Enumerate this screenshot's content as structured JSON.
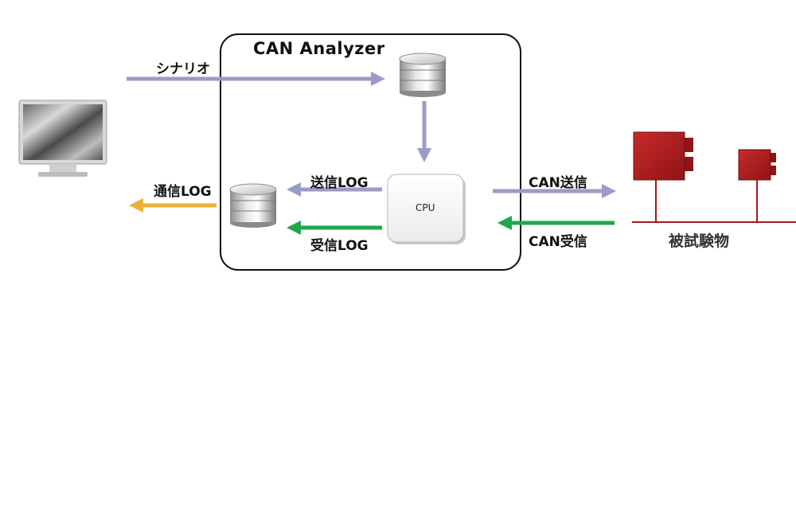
{
  "analyzer": {
    "title": "CAN Analyzer"
  },
  "labels": {
    "scenario": "シナリオ",
    "comm_log": "通信LOG",
    "send_log": "送信LOG",
    "recv_log": "受信LOG",
    "can_send": "CAN送信",
    "can_recv": "CAN受信",
    "cpu": "CPU",
    "dut": "被試験物"
  },
  "colors": {
    "arrow_purple": "#9b9bc8",
    "arrow_yellow": "#e9b33a",
    "arrow_green": "#1ea84a",
    "dut_red": "#a8191c"
  },
  "icons": [
    "monitor-icon",
    "database-icon",
    "cpu-chip-icon",
    "ecu-box-icon"
  ]
}
